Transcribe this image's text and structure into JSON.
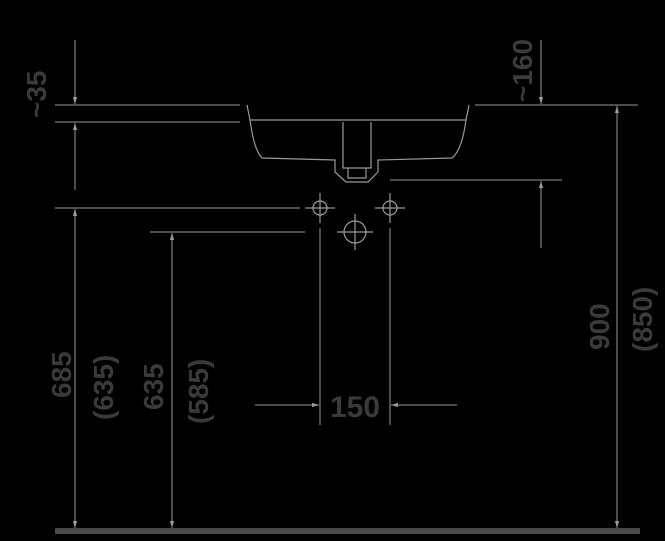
{
  "dimensions": {
    "overflow_depth": "~35",
    "top_offset": "~160",
    "left_height_main": "685",
    "left_height_alt": "(635)",
    "inner_height_main": "635",
    "inner_height_alt": "(585)",
    "total_height_main": "900",
    "total_height_alt": "(850)",
    "tap_spacing": "150"
  },
  "colors": {
    "background": "#000000",
    "line": "#9a9a9a",
    "text": "#3a3a3a",
    "floor": "#4a4a4a"
  }
}
